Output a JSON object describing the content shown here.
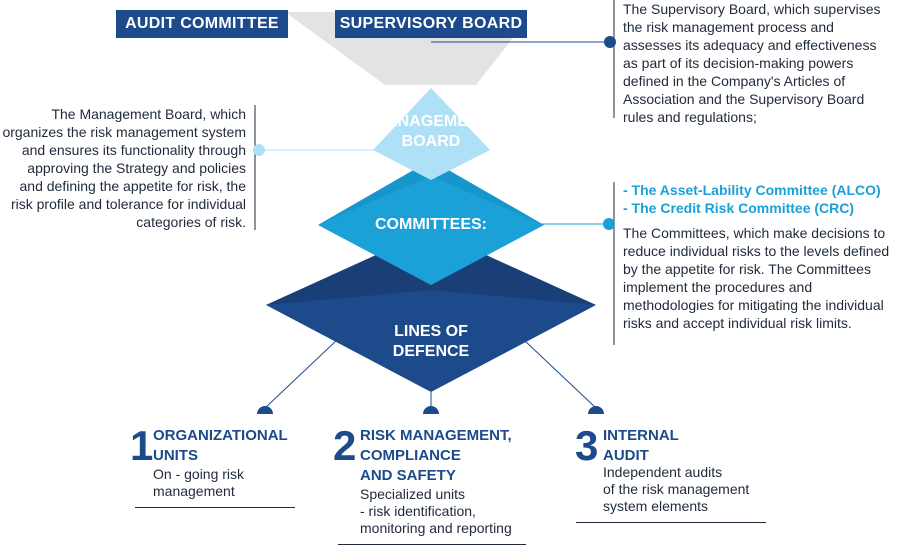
{
  "header": {
    "audit_committee": "AUDIT COMMITTEE",
    "supervisory_board": "SUPERVISORY BOARD"
  },
  "pyramid": {
    "management_board_line1": "MANAGEMENT",
    "management_board_line2": "BOARD",
    "committees": "COMMITTEES:",
    "lines_of_defence_line1": "LINES OF",
    "lines_of_defence_line2": "DEFENCE"
  },
  "supervisory_text": "The Supervisory Board, which supervises the risk management process and assesses its adequacy and effectiveness as part of its decision-making powers defined in the Company's Articles of Association and the Supervisory Board rules and regulations;",
  "management_text": "The Management Board, which organizes the risk management system and ensures its functionality through approving the Strategy and policies and defining the appetite for risk, the risk profile and tolerance for individual categories of risk.",
  "committees_list": [
    "- The Asset-Lability Committee (ALCO)",
    "- The Credit Risk Committee (CRC)"
  ],
  "committees_text": "The Committees, which make decisions to reduce individual risks to the levels defined by the appetite for risk. The Committees implement the procedures and methodologies for mitigating the individual risks and accept individual risk limits.",
  "lines": [
    {
      "number": "1",
      "title_line1": "ORGANIZATIONAL",
      "title_line2": "UNITS",
      "title_line3": "",
      "desc_line1": "On - going risk",
      "desc_line2": "management",
      "desc_line3": ""
    },
    {
      "number": "2",
      "title_line1": "RISK MANAGEMENT,",
      "title_line2": "COMPLIANCE",
      "title_line3": "AND SAFETY",
      "desc_line1": "Specialized units",
      "desc_line2": "- risk identification,",
      "desc_line3": "monitoring and reporting"
    },
    {
      "number": "3",
      "title_line1": "INTERNAL",
      "title_line2": "AUDIT",
      "title_line3": "",
      "desc_line1": "Independent audits",
      "desc_line2": "of the risk management",
      "desc_line3": "system elements"
    }
  ],
  "colors": {
    "navy": "#1c4a8a",
    "dark_navy": "#1a3a6e",
    "mid_blue": "#1ba0d8",
    "light_blue": "#aee0f7",
    "gray": "#e3e3e3"
  }
}
